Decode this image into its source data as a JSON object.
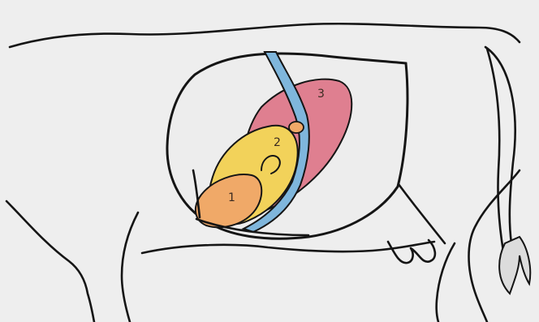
{
  "labels": {
    "organ_1": "1",
    "organ_2": "2",
    "organ_3": "3"
  },
  "colors": {
    "background": "#eeeeee",
    "outline": "#151515",
    "organ_1": "#f0a968",
    "organ_2": "#f2d25a",
    "organ_3": "#df7f90",
    "tube": "#7fb6dc"
  }
}
